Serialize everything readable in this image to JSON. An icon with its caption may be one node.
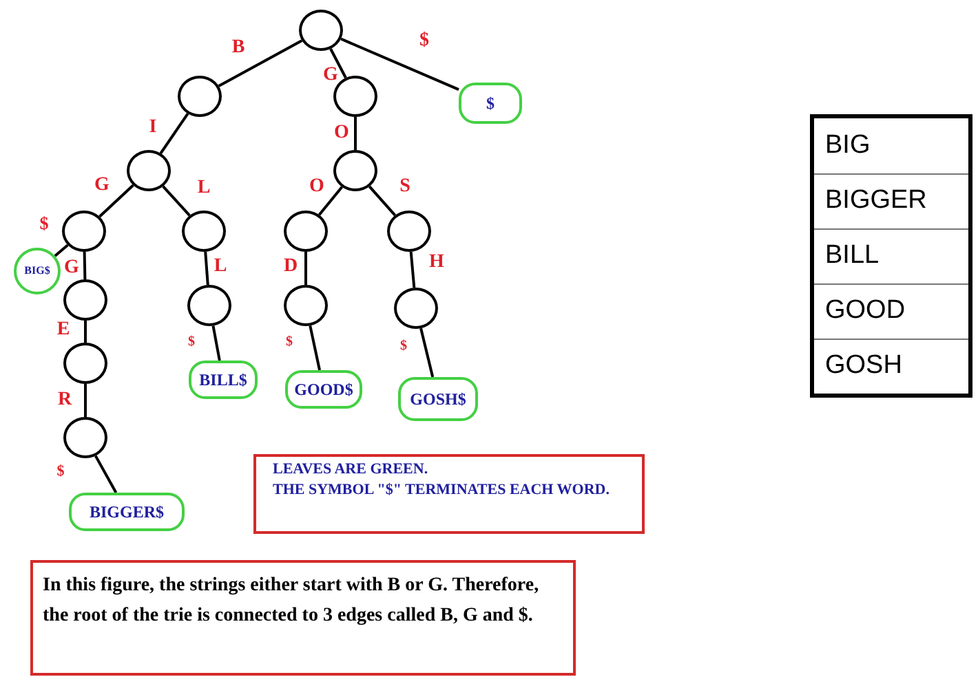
{
  "diagram": {
    "nodes": [
      {
        "text": [],
        "shape": "circle"
      },
      {
        "text": [],
        "shape": "circle"
      },
      {
        "text": [],
        "shape": "circle"
      },
      {
        "text": [
          "$"
        ]
      },
      {
        "text": [],
        "shape": "circle"
      },
      {
        "text": [],
        "shape": "circle"
      },
      {
        "text": [],
        "shape": "circle"
      },
      {
        "text": [],
        "shape": "circle"
      },
      {
        "text": [],
        "shape": "circle"
      },
      {
        "text": [],
        "shape": "circle"
      },
      {
        "text": [
          "BIG$"
        ]
      },
      {
        "text": [],
        "shape": "circle"
      },
      {
        "text": [],
        "shape": "circle"
      },
      {
        "text": [],
        "shape": "circle"
      },
      {
        "text": [],
        "shape": "circle"
      },
      {
        "text": [],
        "shape": "circle"
      },
      {
        "text": [
          "BILL$"
        ]
      },
      {
        "text": [
          "GOOD$"
        ]
      },
      {
        "text": [
          "GOSH$"
        ]
      },
      {
        "text": [],
        "shape": "circle"
      },
      {
        "text": [
          "BIGGER$"
        ]
      },
      {
        "text": [
          "LEAVES ARE GREEN.",
          "THE SYMBOL \"$\" TERMINATES EACH WORD."
        ]
      },
      {
        "text": [
          "In this figure, the strings either start with B or G. Therefore, the root of the trie is connected to 3 edges called B, G and $."
        ]
      }
    ],
    "edges": [
      {
        "from": 0,
        "to": 1,
        "arrow": "none",
        "label": "B"
      },
      {
        "from": 0,
        "to": 2,
        "arrow": "none",
        "label": "G"
      },
      {
        "from": 0,
        "to": 3,
        "arrow": "none",
        "label": "$"
      },
      {
        "from": 1,
        "to": 4,
        "arrow": "none",
        "label": "I"
      },
      {
        "from": 2,
        "to": 5,
        "arrow": "none",
        "label": "O"
      },
      {
        "from": 4,
        "to": 6,
        "arrow": "none",
        "label": "G"
      },
      {
        "from": 4,
        "to": 7,
        "arrow": "none",
        "label": "L"
      },
      {
        "from": 5,
        "to": 8,
        "arrow": "none",
        "label": "O"
      },
      {
        "from": 5,
        "to": 9,
        "arrow": "none",
        "label": "S"
      },
      {
        "from": 6,
        "to": 10,
        "arrow": "none",
        "label": "$"
      },
      {
        "from": 6,
        "to": 11,
        "arrow": "none",
        "label": "G"
      },
      {
        "from": 7,
        "to": 12,
        "arrow": "none",
        "label": "L"
      },
      {
        "from": 8,
        "to": 13,
        "arrow": "none",
        "label": "D"
      },
      {
        "from": 9,
        "to": 14,
        "arrow": "none",
        "label": "H"
      },
      {
        "from": 11,
        "to": 15,
        "arrow": "none",
        "label": "E"
      },
      {
        "from": 12,
        "to": 16,
        "arrow": "none",
        "label": "$"
      },
      {
        "from": 13,
        "to": 17,
        "arrow": "none",
        "label": "$"
      },
      {
        "from": 14,
        "to": 18,
        "arrow": "none",
        "label": "$"
      },
      {
        "from": 15,
        "to": 19,
        "arrow": "none",
        "label": "R"
      },
      {
        "from": 19,
        "to": 20,
        "arrow": "none",
        "label": "$"
      }
    ],
    "labels": [
      "BIG",
      "BIGGER",
      "BILL",
      "GOOD",
      "GOSH"
    ]
  }
}
